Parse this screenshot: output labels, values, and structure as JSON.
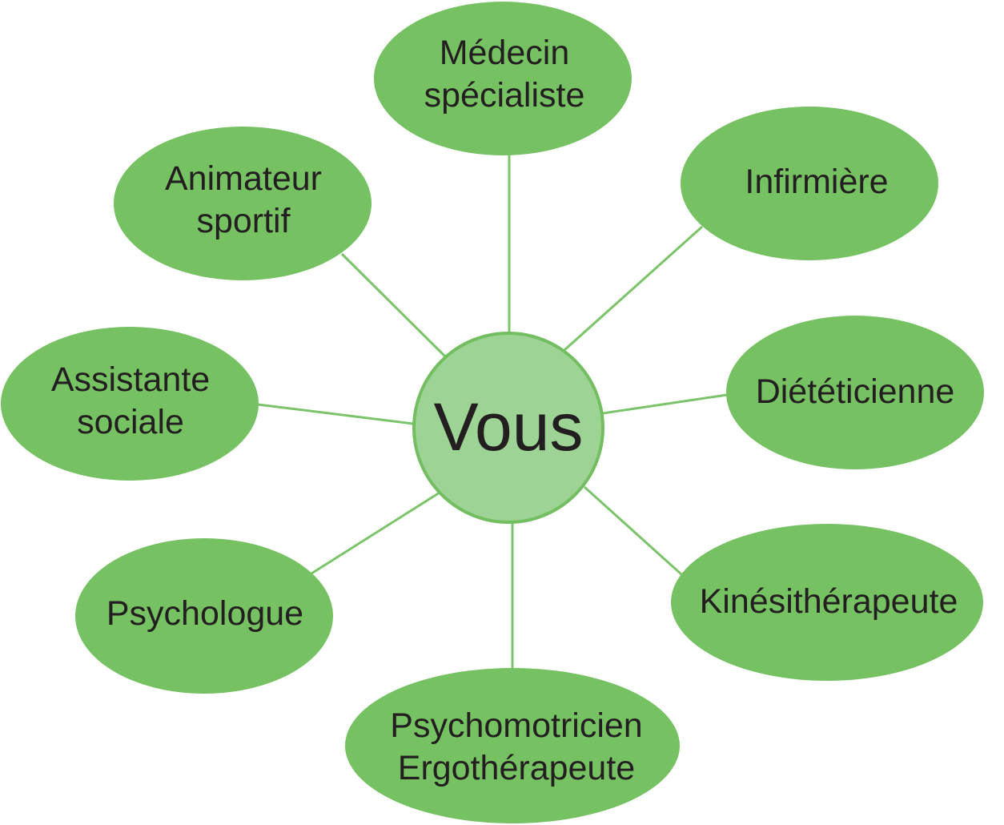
{
  "colors": {
    "satellite_fill": "#76c263",
    "center_fill": "#9dd394",
    "center_stroke": "#73be60",
    "connector": "#7cc46a",
    "text": "#231f20"
  },
  "center": {
    "label": "Vous"
  },
  "nodes": [
    {
      "id": "medecin-specialiste",
      "lines": [
        "Médecin",
        "spécialiste"
      ]
    },
    {
      "id": "infirmiere",
      "lines": [
        "Infirmière"
      ]
    },
    {
      "id": "dieteticienne",
      "lines": [
        "Diététicienne"
      ]
    },
    {
      "id": "kinesitherapeute",
      "lines": [
        "Kinésithérapeute"
      ]
    },
    {
      "id": "psychomotricien-ergotherapeute",
      "lines": [
        "Psychomotricien",
        "Ergothérapeute"
      ]
    },
    {
      "id": "psychologue",
      "lines": [
        "Psychologue"
      ]
    },
    {
      "id": "assistante-sociale",
      "lines": [
        "Assistante",
        "sociale"
      ]
    },
    {
      "id": "animateur-sportif",
      "lines": [
        "Animateur",
        "sportif"
      ]
    }
  ]
}
